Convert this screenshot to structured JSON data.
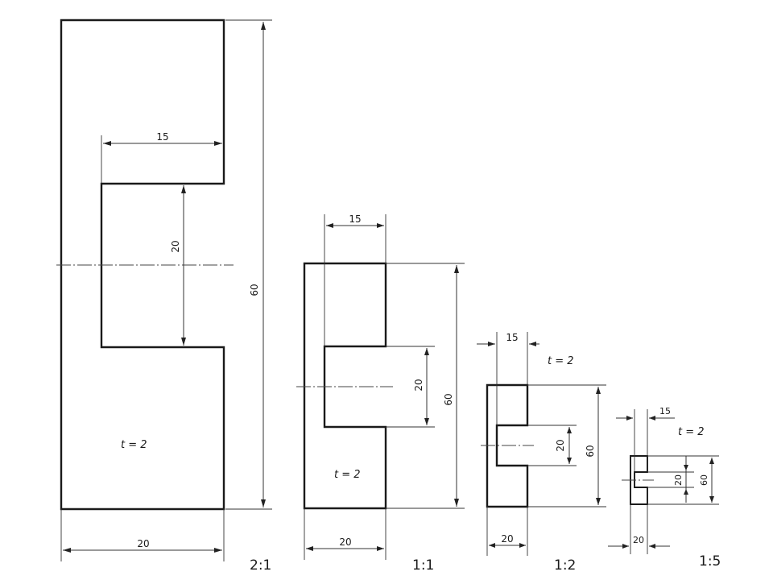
{
  "views": [
    {
      "scale": "2:1",
      "dims": {
        "top_width": "15",
        "slot_height": "20",
        "overall_height": "60",
        "overall_width": "20"
      },
      "note": "t = 2"
    },
    {
      "scale": "1:1",
      "dims": {
        "top_width": "15",
        "slot_height": "20",
        "overall_height": "60",
        "overall_width": "20"
      },
      "note": "t = 2"
    },
    {
      "scale": "1:2",
      "dims": {
        "top_width": "15",
        "slot_height": "20",
        "overall_height": "60",
        "overall_width": "20"
      },
      "note": "t = 2"
    },
    {
      "scale": "1:5",
      "dims": {
        "top_width": "15",
        "slot_height": "20",
        "overall_height": "60",
        "overall_width": "20"
      },
      "note": "t = 2"
    }
  ]
}
